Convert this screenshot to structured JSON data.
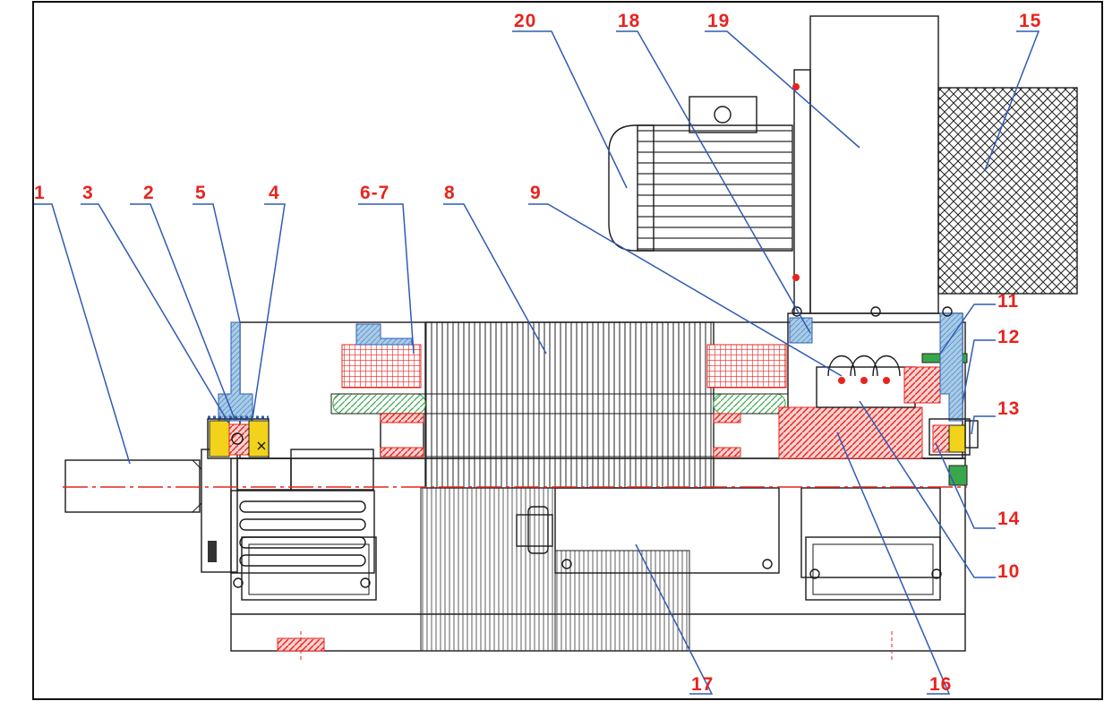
{
  "drawing": {
    "title": "",
    "parts": [
      {
        "id": "1",
        "label": "1"
      },
      {
        "id": "2",
        "label": "2"
      },
      {
        "id": "3",
        "label": "3"
      },
      {
        "id": "4",
        "label": "4"
      },
      {
        "id": "5",
        "label": "5"
      },
      {
        "id": "6-7",
        "label": "6-7"
      },
      {
        "id": "8",
        "label": "8"
      },
      {
        "id": "9",
        "label": "9"
      },
      {
        "id": "10",
        "label": "10"
      },
      {
        "id": "11",
        "label": "11"
      },
      {
        "id": "12",
        "label": "12"
      },
      {
        "id": "13",
        "label": "13"
      },
      {
        "id": "14",
        "label": "14"
      },
      {
        "id": "15",
        "label": "15"
      },
      {
        "id": "16",
        "label": "16"
      },
      {
        "id": "17",
        "label": "17"
      },
      {
        "id": "18",
        "label": "18"
      },
      {
        "id": "19",
        "label": "19"
      },
      {
        "id": "20",
        "label": "20"
      }
    ]
  },
  "colors": {
    "label": "#e8231e",
    "leader": "#2f5bb5",
    "outline": "#1a1a1a",
    "centerline": "#e8231e",
    "hatch_red": "#e8231e",
    "hatch_green": "#3aa64a",
    "steel_blue": "#7fb3d9",
    "yellow": "#f2d21b"
  }
}
